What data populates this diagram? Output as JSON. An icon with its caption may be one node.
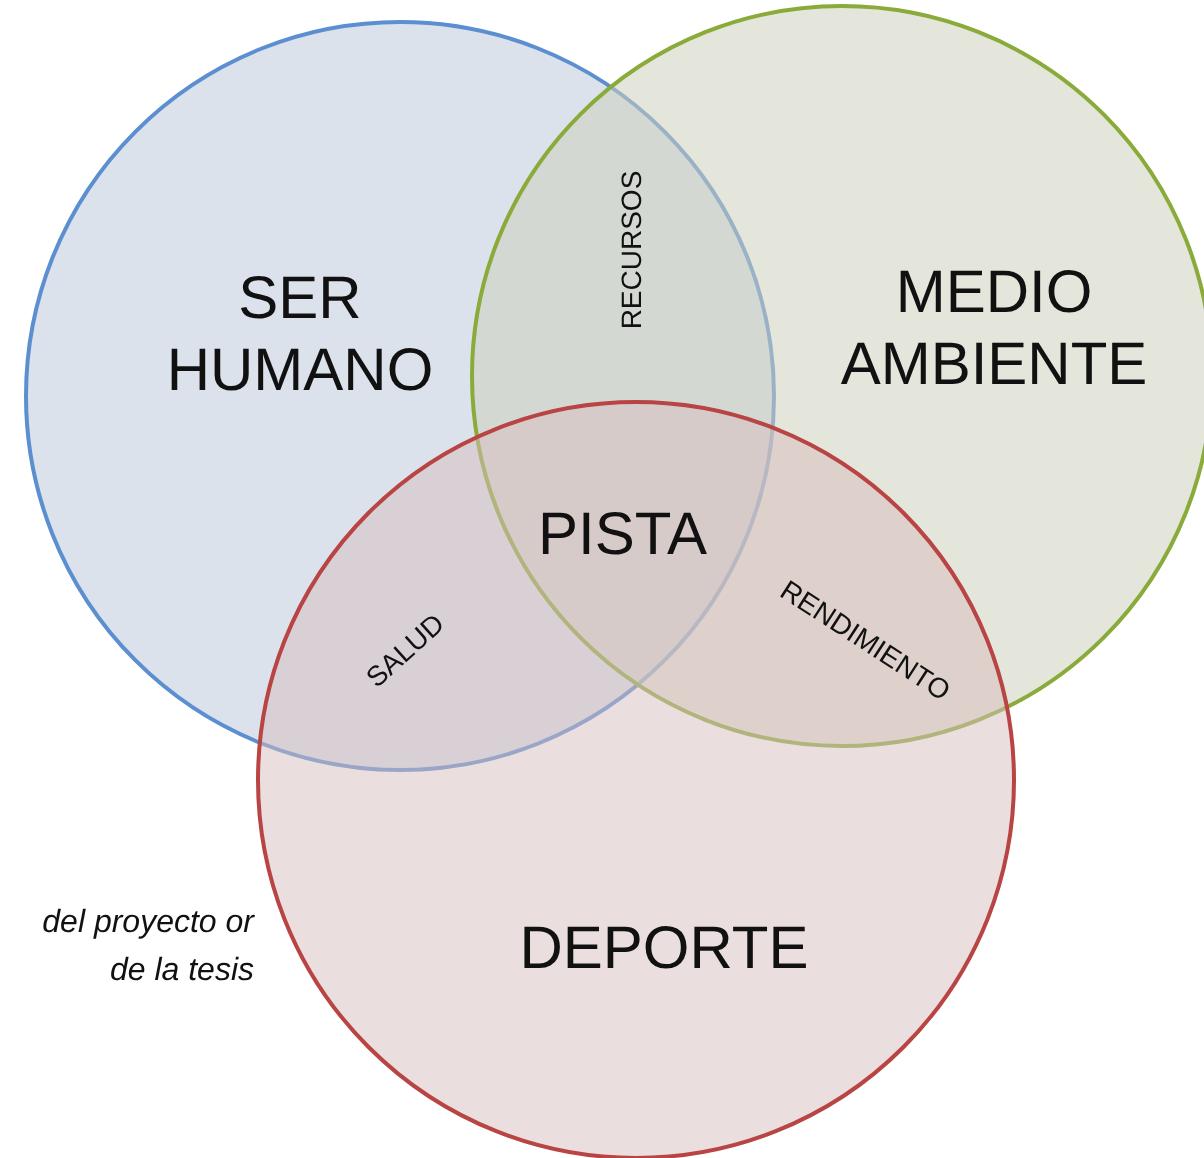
{
  "diagram": {
    "nodes": [
      {
        "text": [
          "SER HUMANO"
        ]
      },
      {
        "text": [
          "MEDIO AMBIENTE"
        ]
      },
      {
        "text": [
          "DEPORTE"
        ]
      }
    ],
    "labels": [
      "RECURSOS",
      "PISTA",
      "SALUD",
      "RENDIMIENTO",
      "del proyecto or de la tesis"
    ]
  }
}
